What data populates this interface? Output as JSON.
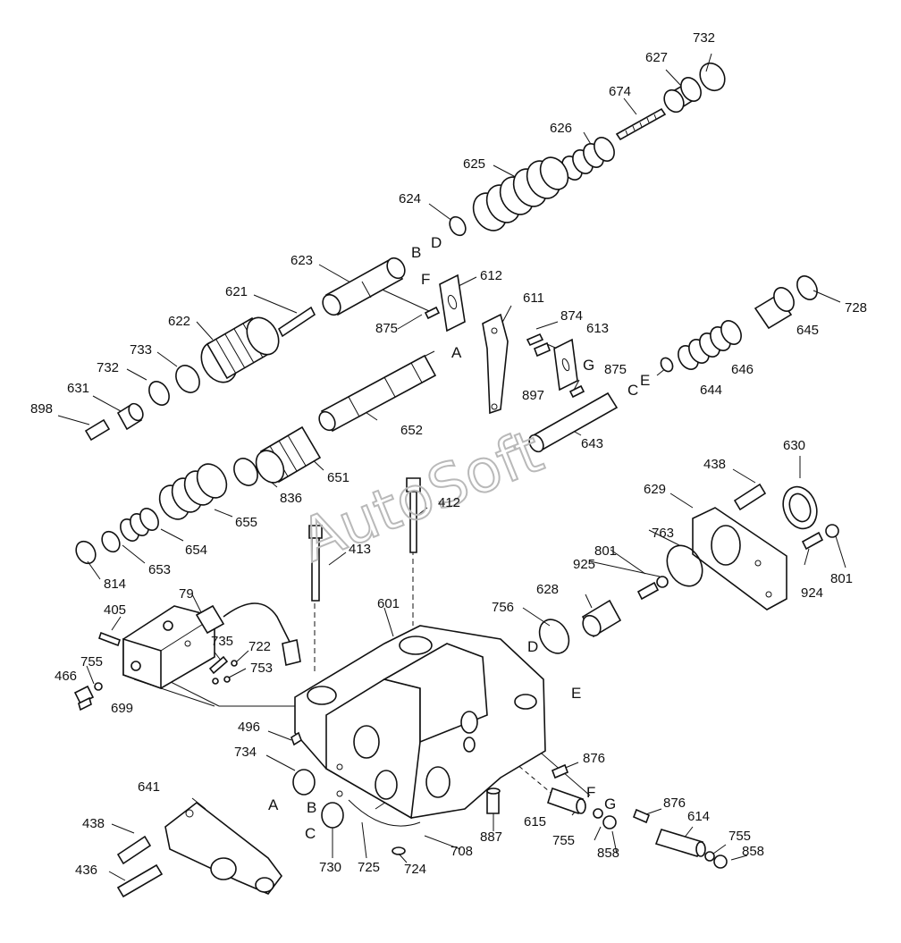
{
  "diagram": {
    "watermark": "AutoSoft",
    "part_numbers": {
      "p732a": "732",
      "p627": "627",
      "p674": "674",
      "p626": "626",
      "p625": "625",
      "p624": "624",
      "p623": "623",
      "p612": "612",
      "p611": "611",
      "p621": "621",
      "p622": "622",
      "p875a": "875",
      "p874": "874",
      "p613": "613",
      "p875b": "875",
      "p897": "897",
      "p733": "733",
      "p732b": "732",
      "p631": "631",
      "p898": "898",
      "p652": "652",
      "p643": "643",
      "p645": "645",
      "p728": "728",
      "p646": "646",
      "p644": "644",
      "p651": "651",
      "p836": "836",
      "p655": "655",
      "p654": "654",
      "p653": "653",
      "p814": "814",
      "p412": "412",
      "p413": "413",
      "p438a": "438",
      "p630": "630",
      "p629": "629",
      "p763": "763",
      "p801a": "801",
      "p925": "925",
      "p924": "924",
      "p801b": "801",
      "p628": "628",
      "p756": "756",
      "p601": "601",
      "p79": "79",
      "p405": "405",
      "p735": "735",
      "p722": "722",
      "p753": "753",
      "p755a": "755",
      "p466": "466",
      "p699": "699",
      "p496": "496",
      "p734": "734",
      "p876a": "876",
      "p641": "641",
      "p615": "615",
      "p755b": "755",
      "p858a": "858",
      "p876b": "876",
      "p614": "614",
      "p755c": "755",
      "p858b": "858",
      "p887": "887",
      "p708": "708",
      "p724": "724",
      "p725": "725",
      "p730": "730",
      "p438b": "438",
      "p436": "436"
    },
    "port_letters": {
      "a1": "A",
      "b1": "B",
      "c1": "C",
      "d1": "D",
      "e1": "E",
      "f1": "F",
      "g1": "G",
      "a2": "A",
      "b2": "B",
      "c2": "C",
      "d2": "D",
      "e2": "E",
      "f2": "F",
      "g2": "G"
    }
  }
}
